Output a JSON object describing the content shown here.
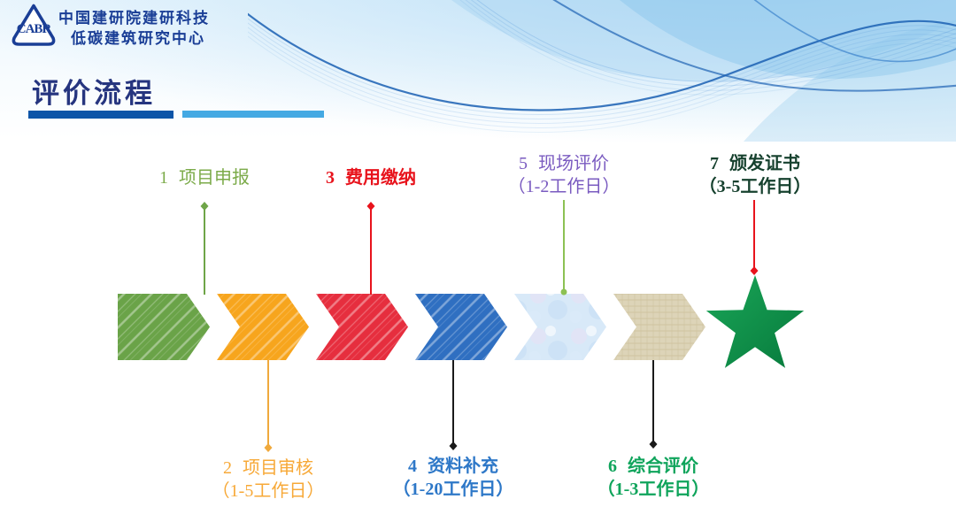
{
  "brand": {
    "logo_letters": "CABR",
    "org_line1": "中国建研院建研科技",
    "org_line2": "低碳建筑研究中心"
  },
  "page": {
    "title": "评价流程"
  },
  "palette": {
    "title_color": "#26357f",
    "underline_dark": "#0d55a8",
    "underline_light": "#44a9e3",
    "org_text_color": "#1a3e96"
  },
  "steps": [
    {
      "num": "1",
      "name": "项目申报",
      "duration": "",
      "label_color": "#7cab4a",
      "connector_color": "#6fa548",
      "chevron_color": "#6aa348",
      "side": "top"
    },
    {
      "num": "2",
      "name": "项目审核",
      "duration": "（1-5工作日）",
      "label_color": "#f7a938",
      "connector_color": "#f0a93c",
      "chevron_color": "#f7a51d",
      "side": "bottom"
    },
    {
      "num": "3",
      "name": "费用缴纳",
      "duration": "",
      "label_color": "#e8131c",
      "connector_color": "#e8131c",
      "chevron_color": "#e62e3e",
      "side": "top"
    },
    {
      "num": "4",
      "name": "资料补充",
      "duration": "（1-20工作日）",
      "label_color": "#2e78c8",
      "connector_color": "#1a1a1a",
      "chevron_color": "#2f6fc1",
      "side": "bottom"
    },
    {
      "num": "5",
      "name": "现场评价",
      "duration": "（1-2工作日）",
      "label_color": "#7a5bc0",
      "connector_color": "#8cc153",
      "chevron_color": "#d8e9f8",
      "side": "top"
    },
    {
      "num": "6",
      "name": "综合评价",
      "duration": "（1-3工作日）",
      "label_color": "#0fa45b",
      "connector_color": "#1a1a1a",
      "chevron_color": "#ddd4b8",
      "side": "bottom"
    },
    {
      "num": "7",
      "name": "颁发证书",
      "duration": "（3-5工作日）",
      "label_color": "#16412e",
      "connector_color": "#e8131c",
      "chevron_color": "#13984f",
      "side": "top"
    }
  ],
  "star": {
    "top": "#1aa658",
    "bottom": "#077a3c"
  }
}
